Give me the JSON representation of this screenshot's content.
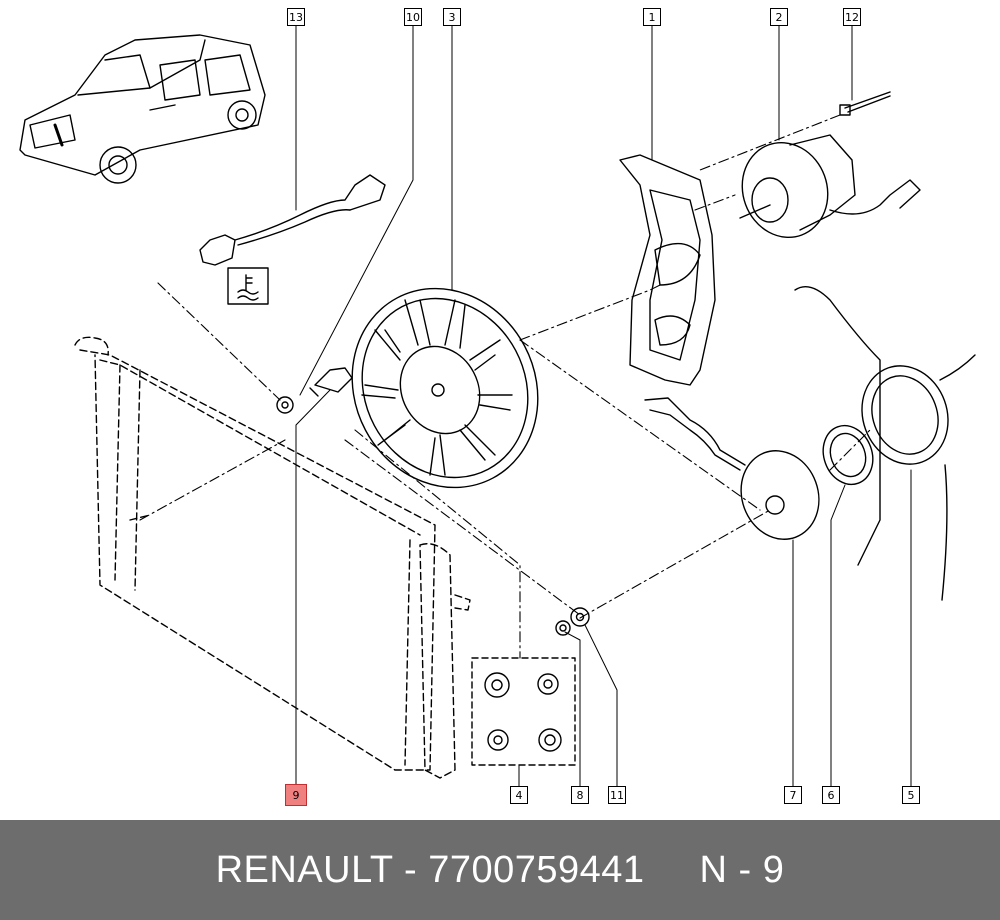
{
  "callouts": {
    "c13": "13",
    "c10": "10",
    "c3": "3",
    "c1": "1",
    "c2": "2",
    "c12": "12",
    "c9": "9",
    "c4": "4",
    "c8": "8",
    "c11": "11",
    "c7": "7",
    "c6": "6",
    "c5": "5"
  },
  "footer": {
    "brand_part": "RENAULT - 7700759441",
    "position": "N - 9"
  },
  "colors": {
    "highlight": "#f08080",
    "footer_bg": "#6d6d6d",
    "footer_text": "#ffffff"
  }
}
